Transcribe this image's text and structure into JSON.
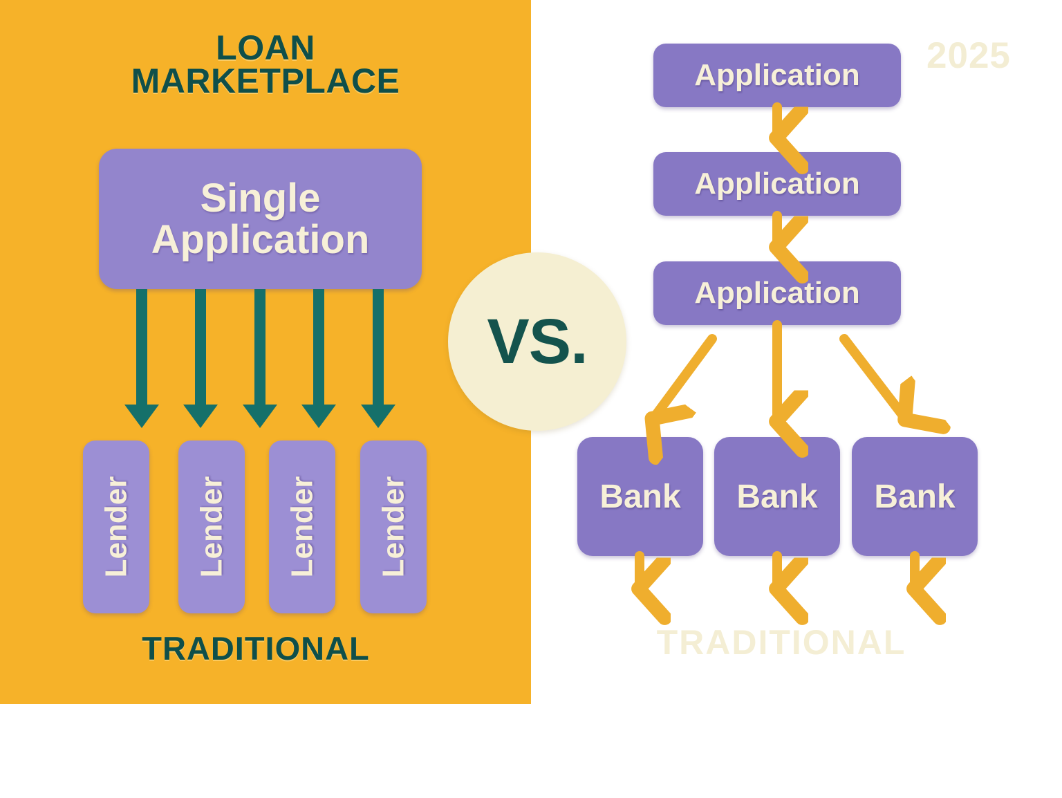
{
  "left_panel": {
    "title_line1": "LOAN",
    "title_line2": "MARKETPLACE",
    "main_box_label": "Single\nApplication",
    "main_box_line1": "Single",
    "main_box_line2": "Application",
    "lenders": [
      {
        "label": "Lender"
      },
      {
        "label": "Lender"
      },
      {
        "label": "Lender"
      },
      {
        "label": "Lender"
      }
    ],
    "footer_label": "TRADITIONAL",
    "arrow_count": 5,
    "background_color": "#F6B229",
    "arrow_color": "#15706A",
    "title_color": "#0F4F4A",
    "box_color": "#9385CC",
    "lender_box_color": "#9C8FD4"
  },
  "divider": {
    "vs_label": "VS.",
    "circle_color": "#F5EFD2",
    "text_color": "#14534D"
  },
  "right_panel": {
    "year_badge": "2025",
    "applications": [
      {
        "label": "Application"
      },
      {
        "label": "Application"
      },
      {
        "label": "Application"
      }
    ],
    "banks": [
      {
        "label": "Bank"
      },
      {
        "label": "Bank"
      },
      {
        "label": "Bank"
      }
    ],
    "footer_label": "TRADITIONAL",
    "background_color": "#FFFFFF",
    "arrow_color": "#EFAE2E",
    "box_color": "#8778C4",
    "year_color": "#F3EDD3",
    "footer_color": "#F4EED4"
  }
}
